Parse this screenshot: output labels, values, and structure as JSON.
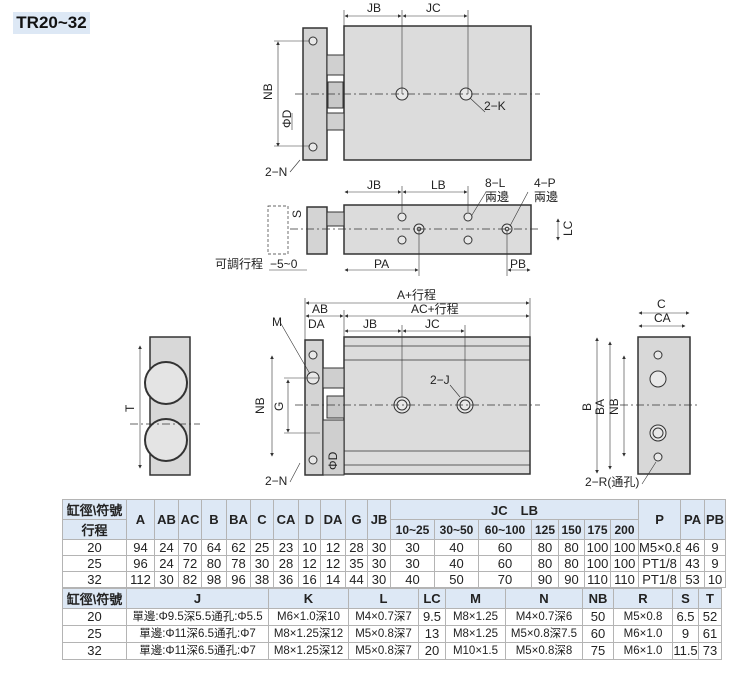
{
  "title": "TR20~32",
  "drawing": {
    "top_view": {
      "jb": "JB",
      "jc": "JC",
      "nb": "NB",
      "phi_d": "ΦD",
      "n": "2−N",
      "k": "2−K"
    },
    "side_view": {
      "jb": "JB",
      "lb": "LB",
      "l": "8−L",
      "l_note": "兩邊",
      "p": "4−P",
      "p_note": "兩邊",
      "s": "S",
      "lc": "LC",
      "adjust": "可調行程",
      "adjust_range": "−5~0",
      "pa": "PA",
      "pb": "PB"
    },
    "end_view_left": {
      "t": "T"
    },
    "front_view": {
      "a": "A+行程",
      "ab": "AB",
      "ac": "AC+行程",
      "da": "DA",
      "jb": "JB",
      "jc": "JC",
      "m": "M",
      "nb": "NB",
      "g": "G",
      "phi_d": "ΦD",
      "n": "2−N",
      "j": "2−J"
    },
    "end_view_right": {
      "c": "C",
      "ca": "CA",
      "b": "B",
      "ba": "BA",
      "nb": "NB",
      "r": "2−R(通孔)"
    }
  },
  "table1": {
    "corner_top": "缸徑\\符號",
    "corner_bottom": "行程",
    "columns": [
      "A",
      "AB",
      "AC",
      "B",
      "BA",
      "C",
      "CA",
      "D",
      "DA",
      "G",
      "JB"
    ],
    "group_label": "JC　LB",
    "group_columns": [
      "10~25",
      "30~50",
      "60~100",
      "125",
      "150",
      "175",
      "200"
    ],
    "tail_columns": [
      "P",
      "PA",
      "PB"
    ],
    "rows": [
      {
        "bore": "20",
        "values": [
          "94",
          "24",
          "70",
          "64",
          "62",
          "25",
          "23",
          "10",
          "12",
          "28",
          "30"
        ],
        "jclb": [
          "30",
          "40",
          "60",
          "80",
          "80",
          "100",
          "100"
        ],
        "tail": [
          "M5×0.8",
          "46",
          "9"
        ]
      },
      {
        "bore": "25",
        "values": [
          "96",
          "24",
          "72",
          "80",
          "78",
          "30",
          "28",
          "12",
          "12",
          "35",
          "30"
        ],
        "jclb": [
          "30",
          "40",
          "60",
          "80",
          "80",
          "100",
          "100"
        ],
        "tail": [
          "PT1/8",
          "43",
          "9"
        ]
      },
      {
        "bore": "32",
        "values": [
          "112",
          "30",
          "82",
          "98",
          "96",
          "38",
          "36",
          "16",
          "14",
          "44",
          "30"
        ],
        "jclb": [
          "40",
          "50",
          "70",
          "90",
          "90",
          "110",
          "110"
        ],
        "tail": [
          "PT1/8",
          "53",
          "10"
        ]
      }
    ]
  },
  "table2": {
    "corner": "缸徑\\符號",
    "columns": [
      "J",
      "K",
      "L",
      "LC",
      "M",
      "N",
      "NB",
      "R",
      "S",
      "T"
    ],
    "rows": [
      {
        "bore": "20",
        "values": [
          "單邊:Φ9.5深5.5通孔:Φ5.5",
          "M6×1.0深10",
          "M4×0.7深7",
          "9.5",
          "M8×1.25",
          "M4×0.7深6",
          "50",
          "M5×0.8",
          "6.5",
          "52"
        ]
      },
      {
        "bore": "25",
        "values": [
          "單邊:Φ11深6.5通孔:Φ7",
          "M8×1.25深12",
          "M5×0.8深7",
          "13",
          "M8×1.25",
          "M5×0.8深7.5",
          "60",
          "M6×1.0",
          "9",
          "61"
        ]
      },
      {
        "bore": "32",
        "values": [
          "單邊:Φ11深6.5通孔:Φ7",
          "M8×1.25深12",
          "M5×0.8深7",
          "20",
          "M10×1.5",
          "M5×0.8深8",
          "75",
          "M6×1.0",
          "11.5",
          "73"
        ]
      }
    ]
  }
}
